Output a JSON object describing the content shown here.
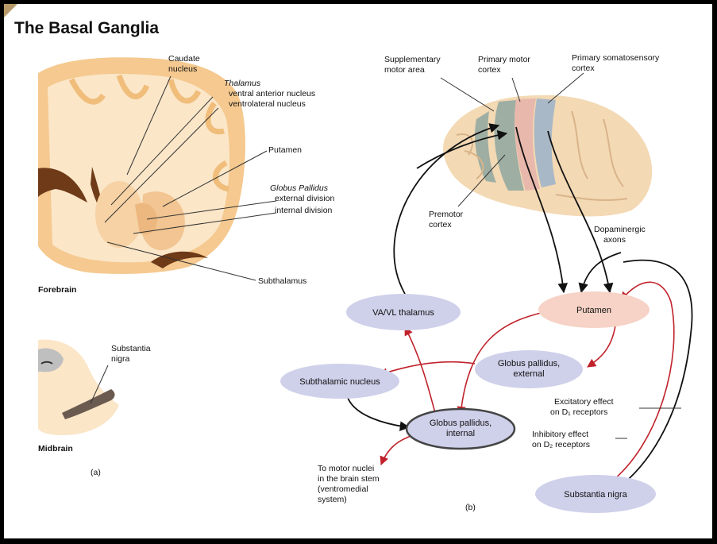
{
  "title": "The Basal Ganglia",
  "panel_a": {
    "caudate": [
      "Caudate",
      "nucleus"
    ],
    "thalamus_heading": "Thalamus",
    "thalamus_va": "ventral anterior nucleus",
    "thalamus_vl": "ventrolateral nucleus",
    "putamen": "Putamen",
    "gp_heading": "Globus Pallidus",
    "gp_external": "external division",
    "gp_internal": "internal division",
    "subthalamus": "Subthalamus",
    "forebrain": "Forebrain",
    "substantia_nigra": [
      "Substantia",
      "nigra"
    ],
    "midbrain": "Midbrain",
    "panel_label": "(a)"
  },
  "panel_b": {
    "sma": [
      "Supplementary",
      "motor area"
    ],
    "primary_motor": [
      "Primary motor",
      "cortex"
    ],
    "primary_somatosensory": [
      "Primary somatosensory",
      "cortex"
    ],
    "premotor": [
      "Premotor",
      "cortex"
    ],
    "dopaminergic": [
      "Dopaminergic",
      "axons"
    ],
    "nodes": {
      "va_vl": "VA/VL thalamus",
      "putamen": "Putamen",
      "gp_external": [
        "Globus pallidus,",
        "external"
      ],
      "subthalamic": "Subthalamic nucleus",
      "gp_internal": [
        "Globus pallidus,",
        "internal"
      ],
      "substantia_nigra": "Substantia nigra"
    },
    "excitatory": [
      "Excitatory effect",
      "on D₁ receptors"
    ],
    "inhibitory": [
      "Inhibitory effect",
      "on D₂ receptors"
    ],
    "motor_nuclei": [
      "To motor nuclei",
      "in the brain stem",
      "(ventromedial",
      "system)"
    ],
    "panel_label": "(b)"
  },
  "colors": {
    "excitatory": "#111111",
    "inhibitory": "#c0222b",
    "node_fill": "#cfd0ea",
    "putamen_fill": "#f6d3c6",
    "brain_tissue": "#f3d9b4"
  }
}
